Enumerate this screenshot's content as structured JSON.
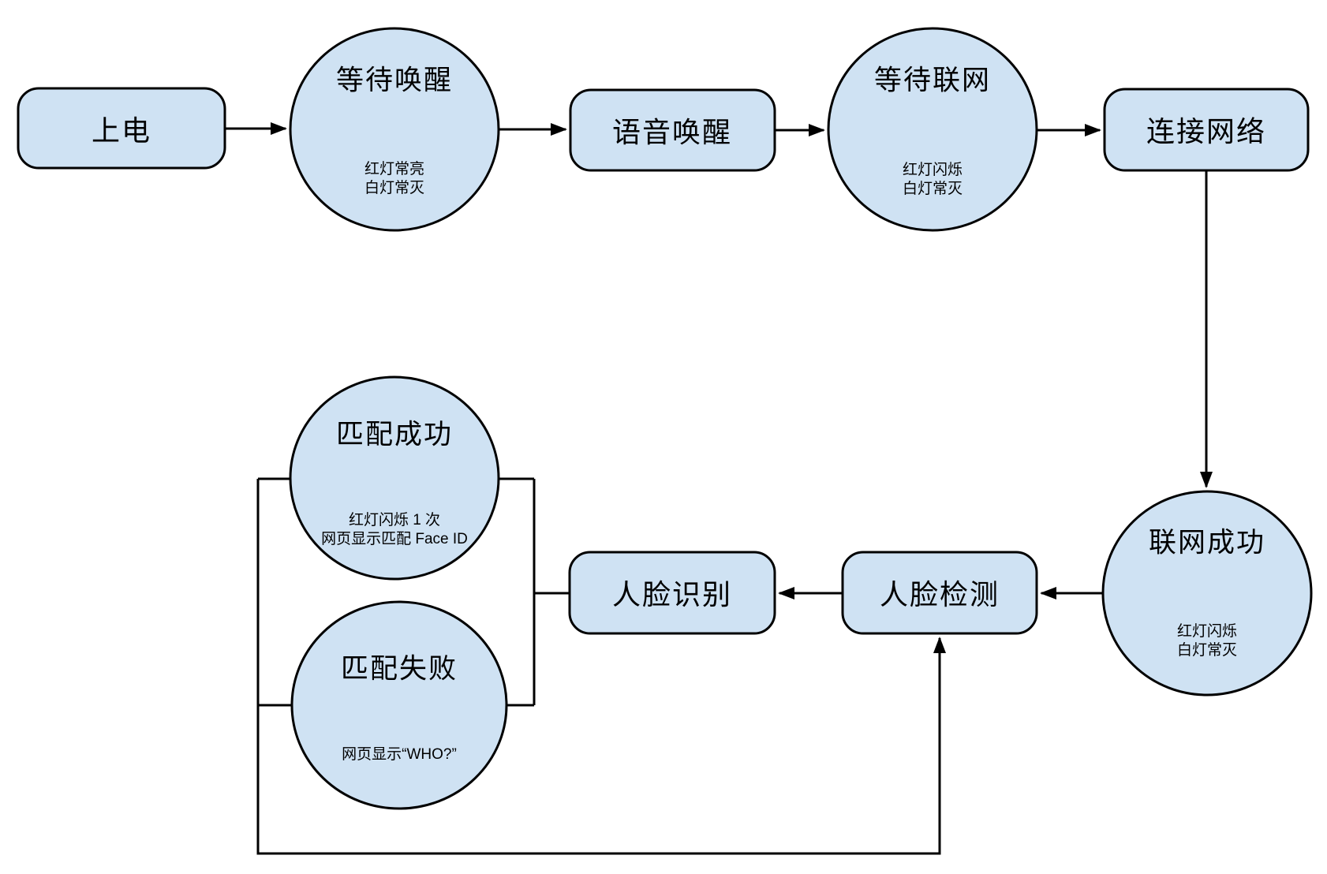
{
  "diagram": {
    "colors": {
      "background": "#ffffff",
      "node_fill": "#cfe2f3",
      "node_stroke": "#000000",
      "connector": "#000000",
      "text": "#000000"
    },
    "nodes": {
      "power_on": {
        "label": "上电"
      },
      "wait_wake": {
        "title": "等待唤醒",
        "note_line1": "红灯常亮",
        "note_line2": "白灯常灭"
      },
      "voice_wake": {
        "label": "语音唤醒"
      },
      "wait_network": {
        "title": "等待联网",
        "note_line1": "红灯闪烁",
        "note_line2": "白灯常灭"
      },
      "connect_network": {
        "label": "连接网络"
      },
      "network_success": {
        "title": "联网成功",
        "note_line1": "红灯闪烁",
        "note_line2": "白灯常灭"
      },
      "face_detect": {
        "label": "人脸检测"
      },
      "face_recognize": {
        "label": "人脸识别"
      },
      "match_success": {
        "title": "匹配成功",
        "note_line1": "红灯闪烁 1 次",
        "note_line2": "网页显示匹配 Face ID"
      },
      "match_fail": {
        "title": "匹配失败",
        "note_line1": "网页显示“WHO?”"
      }
    },
    "edges": [
      {
        "from": "power_on",
        "to": "wait_wake",
        "arrow": true
      },
      {
        "from": "wait_wake",
        "to": "voice_wake",
        "arrow": true
      },
      {
        "from": "voice_wake",
        "to": "wait_network",
        "arrow": true
      },
      {
        "from": "wait_network",
        "to": "connect_network",
        "arrow": true
      },
      {
        "from": "connect_network",
        "to": "network_success",
        "arrow": true
      },
      {
        "from": "network_success",
        "to": "face_detect",
        "arrow": true
      },
      {
        "from": "face_detect",
        "to": "face_recognize",
        "arrow": true
      },
      {
        "from": "face_recognize",
        "to": "match_success",
        "arrow": false
      },
      {
        "from": "face_recognize",
        "to": "match_fail",
        "arrow": false
      },
      {
        "from": "match_success",
        "to": "face_detect",
        "arrow": true
      },
      {
        "from": "match_fail",
        "to": "face_detect",
        "arrow": true
      }
    ]
  }
}
